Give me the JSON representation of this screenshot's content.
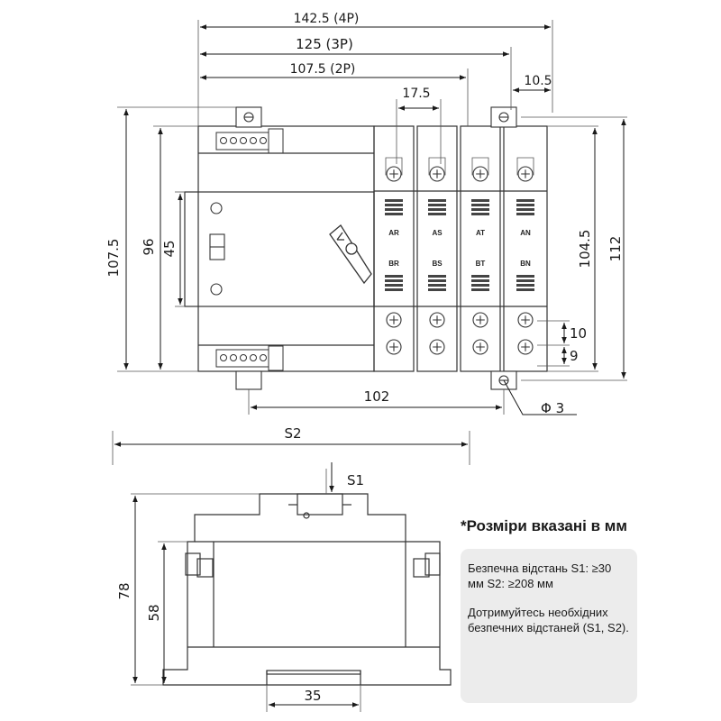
{
  "top_view": {
    "dim_4p": "142.5 (4P)",
    "dim_3p": "125 (3P)",
    "dim_2p": "107.5 (2P)",
    "dim_pitch": "17.5",
    "dim_edge": "10.5",
    "dim_height_total": "107.5",
    "dim_height_mid": "96",
    "dim_handle_zone": "45",
    "dim_right_inner": "104.5",
    "dim_right_outer": "112",
    "dim_bottom_base": "102",
    "dim_terminal_a": "10",
    "dim_terminal_b": "9",
    "dim_hole": "Φ 3",
    "phase_labels_top": [
      "AR",
      "AS",
      "AT",
      "AN"
    ],
    "phase_labels_bottom": [
      "BR",
      "BS",
      "BT",
      "BN"
    ]
  },
  "side_view": {
    "dim_s2": "S2",
    "dim_s1": "S1",
    "dim_total_height": "78",
    "dim_body_height": "58",
    "dim_rail": "35"
  },
  "note": {
    "title": "*Розміри вказані в мм",
    "line1": "Безпечна відстань S1: ≥30 мм S2: ≥208 мм",
    "line2": "Дотримуйтесь необхідних безпечних відстаней (S1, S2)."
  }
}
